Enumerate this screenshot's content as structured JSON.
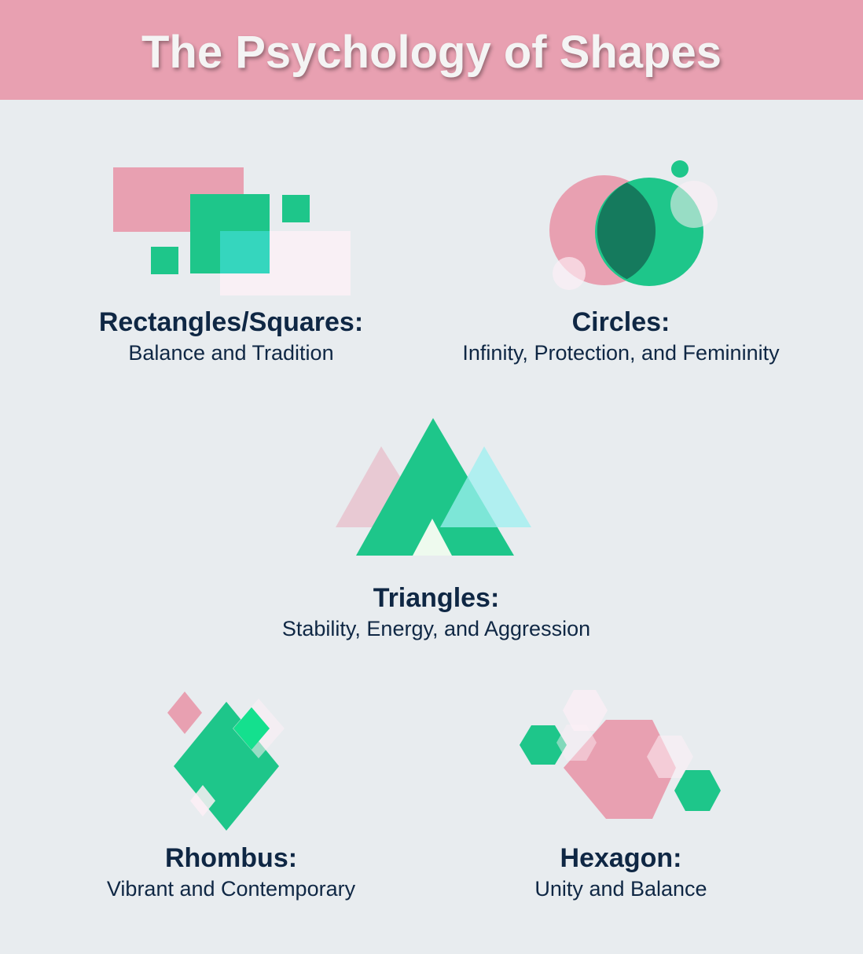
{
  "header": {
    "title": "The Psychology of Shapes"
  },
  "colors": {
    "pink": "#e8a0b1",
    "green": "#1ec68a",
    "dark_green": "#157a5d",
    "teal": "#35d6be",
    "light_cyan": "#9ef0f0",
    "pale_pink": "#fbf0f4",
    "background": "#e8ecef",
    "text": "#0f2744"
  },
  "shapes": [
    {
      "id": "rectangles",
      "title": "Rectangles/Squares:",
      "description": "Balance and Tradition",
      "icon": "rectangles-icon"
    },
    {
      "id": "circles",
      "title": "Circles:",
      "description": "Infinity, Protection, and Femininity",
      "icon": "circles-icon"
    },
    {
      "id": "triangles",
      "title": "Triangles:",
      "description": "Stability, Energy, and Aggression",
      "icon": "triangles-icon"
    },
    {
      "id": "rhombus",
      "title": "Rhombus:",
      "description": "Vibrant and Contemporary",
      "icon": "rhombus-icon"
    },
    {
      "id": "hexagon",
      "title": "Hexagon:",
      "description": "Unity and Balance",
      "icon": "hexagon-icon"
    }
  ]
}
